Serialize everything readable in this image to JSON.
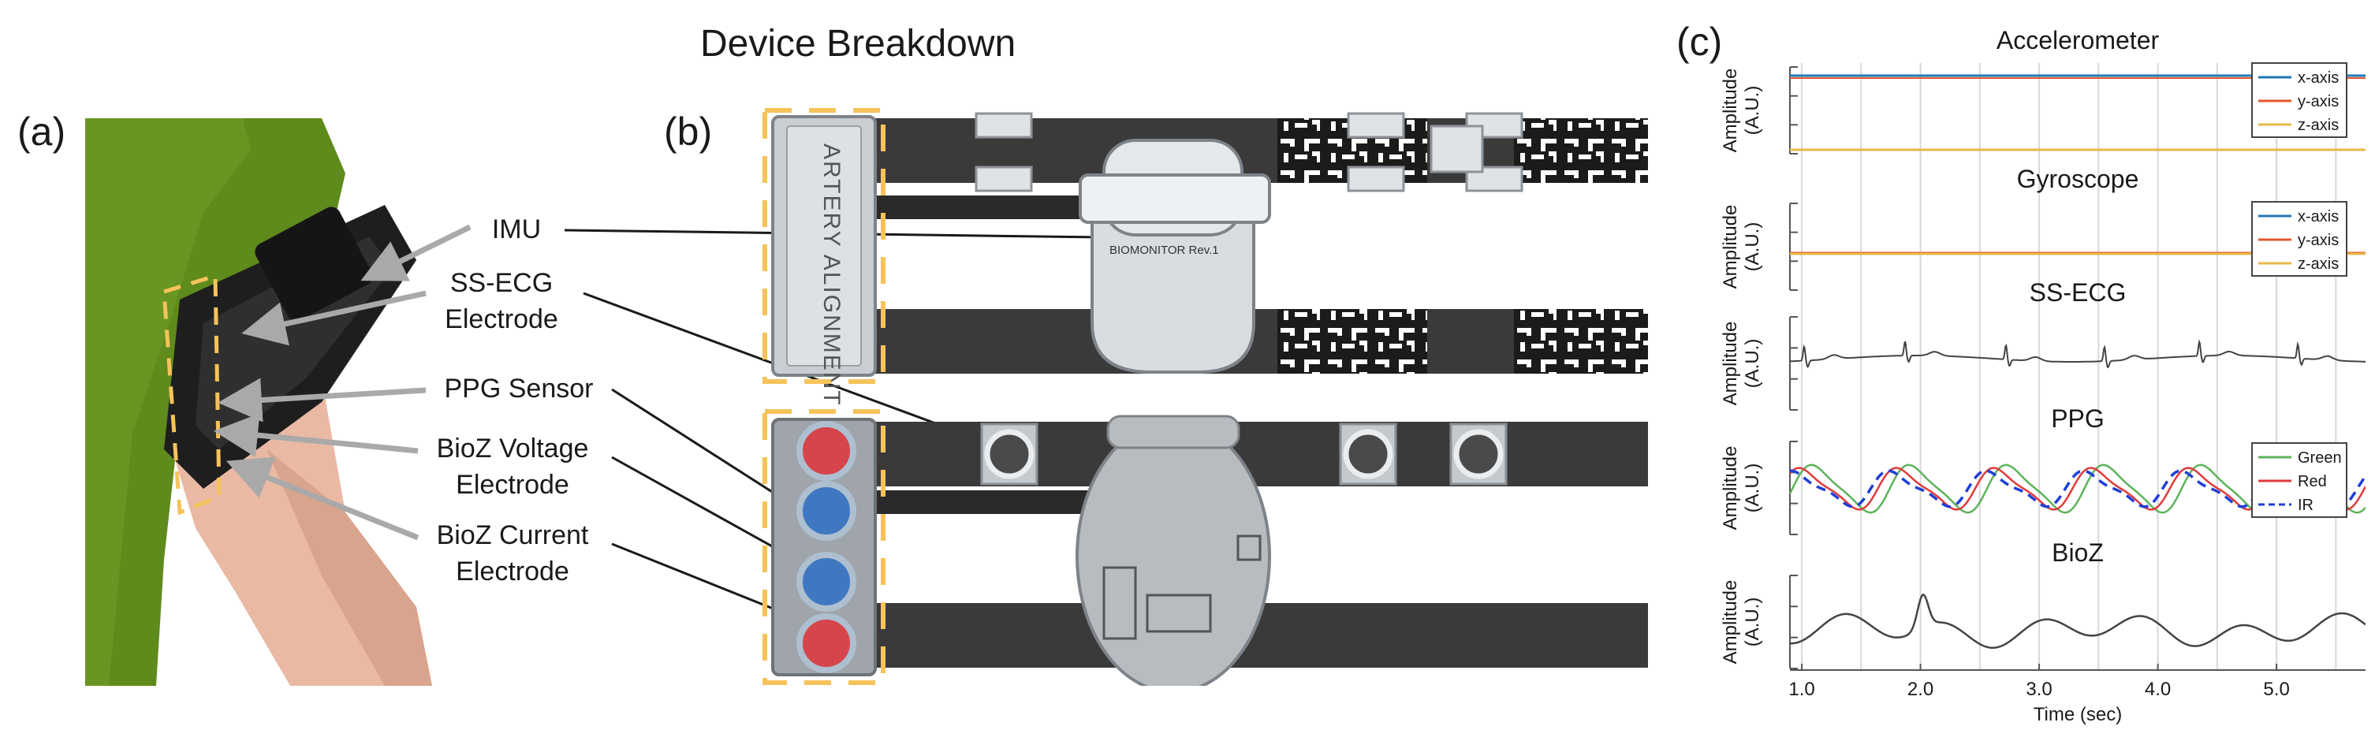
{
  "title": "Device Breakdown",
  "panels": {
    "a": "(a)",
    "b": "(b)",
    "c": "(c)"
  },
  "components": [
    {
      "id": "imu",
      "lines": [
        "IMU"
      ]
    },
    {
      "id": "ss-ecg",
      "lines": [
        "SS-ECG",
        "Electrode"
      ]
    },
    {
      "id": "ppg",
      "lines": [
        "PPG Sensor"
      ]
    },
    {
      "id": "bioz-voltage",
      "lines": [
        "BioZ Voltage",
        "Electrode"
      ]
    },
    {
      "id": "bioz-current",
      "lines": [
        "BioZ Current",
        "Electrode"
      ]
    }
  ],
  "device": {
    "alignment_label": "ARTERY ALIGNMENT",
    "monitor_label": "BIOMONITOR Rev.1"
  },
  "colors": {
    "skin_green": "#5f8a1c",
    "band": "#2e2e2e",
    "accent_dashed": "#f6c35a",
    "electrode_red": "#d6454b",
    "electrode_blue": "#3f78c0",
    "x_axis": "#1f77b4",
    "y_axis": "#e4572e",
    "z_axis": "#e8b84a",
    "green": "#5db35b",
    "red": "#e03b3b",
    "ir": "#1f3fd6"
  },
  "chart_data": {
    "type": "line",
    "xlabel": "Time (sec)",
    "x_ticks": [
      "1.0",
      "2.0",
      "3.0",
      "4.0",
      "5.0"
    ],
    "xlim": [
      0.9,
      5.75
    ],
    "ylabel": "Amplitude (A.U.)",
    "subplots": [
      {
        "title": "Accelerometer",
        "legend": [
          "x-axis",
          "y-axis",
          "z-axis"
        ]
      },
      {
        "title": "Gyroscope",
        "legend": [
          "x-axis",
          "y-axis",
          "z-axis"
        ]
      },
      {
        "title": "SS-ECG",
        "legend": []
      },
      {
        "title": "PPG",
        "legend": [
          "Green",
          "Red",
          "IR"
        ]
      },
      {
        "title": "BioZ",
        "legend": []
      }
    ]
  }
}
